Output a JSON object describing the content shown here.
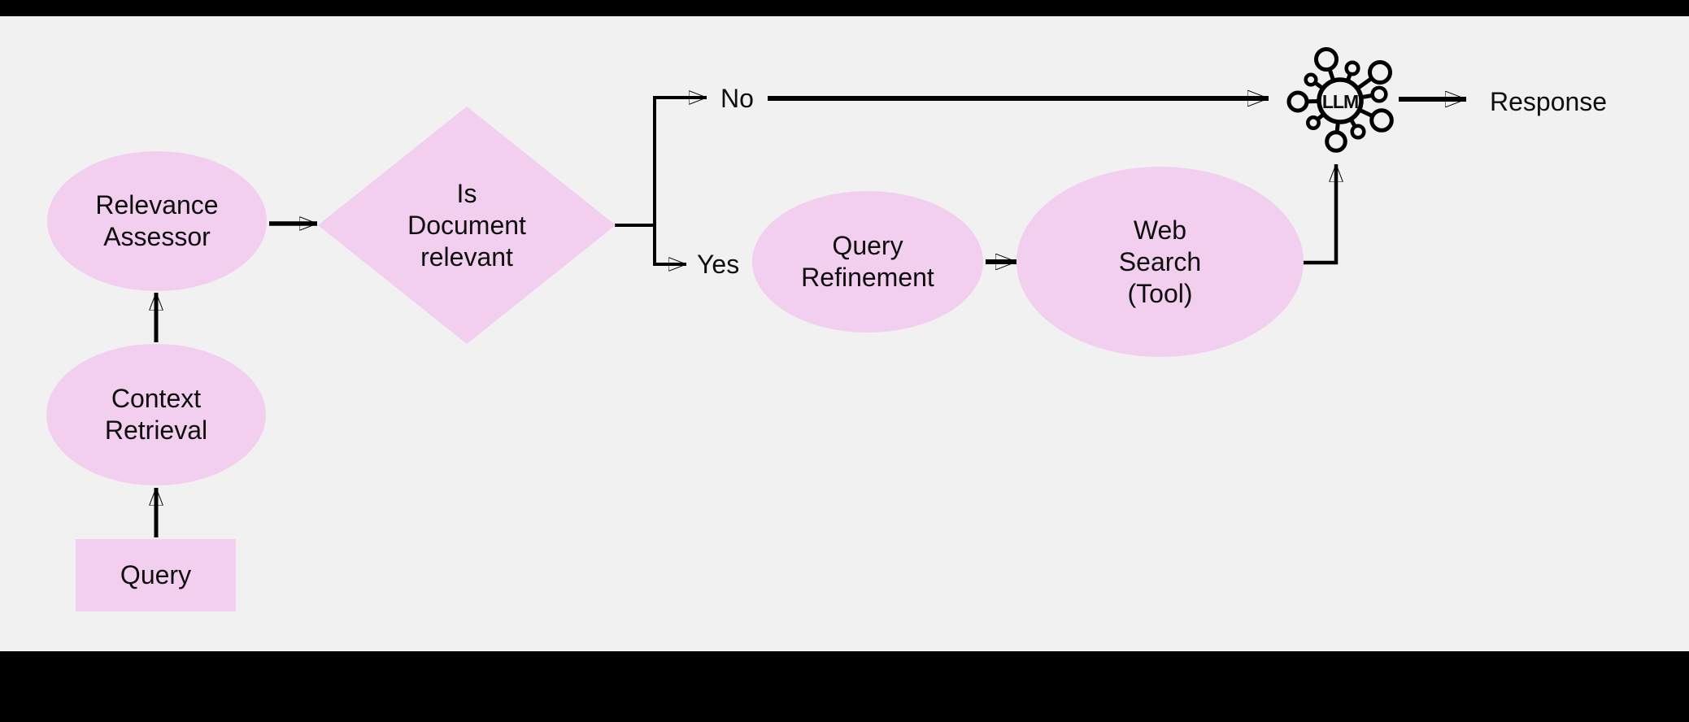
{
  "colors": {
    "background": "#f1f1f1",
    "letterbox": "#000000",
    "node_fill": "#f2cfee",
    "line": "#000000",
    "text": "#0e0e0e"
  },
  "nodes": {
    "query": {
      "label": "Query"
    },
    "context_retrieval": {
      "label": "Context\nRetrieval"
    },
    "relevance_assessor": {
      "label": "Relevance\nAssessor"
    },
    "decision": {
      "label": "Is\nDocument\nrelevant"
    },
    "query_refinement": {
      "label": "Query\nRefinement"
    },
    "web_search": {
      "label": "Web\nSearch\n(Tool)"
    },
    "llm_icon": {
      "label": "LLM"
    },
    "response": {
      "label": "Response"
    }
  },
  "branch_labels": {
    "no": "No",
    "yes": "Yes"
  }
}
